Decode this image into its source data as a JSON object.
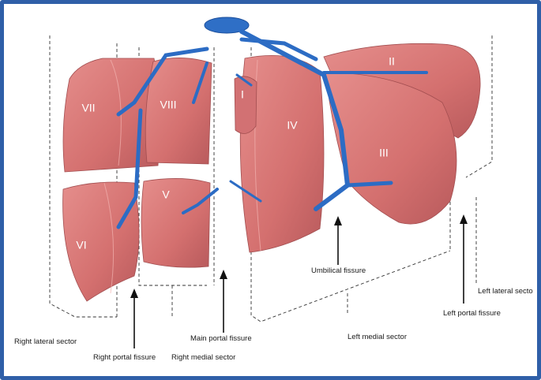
{
  "segments": {
    "s1": "I",
    "s2": "II",
    "s3": "III",
    "s4": "IV",
    "s5": "V",
    "s6": "VI",
    "s7": "VII",
    "s8": "VIII"
  },
  "labels": {
    "right_lateral_sector": "Right lateral sector",
    "right_portal_fissure": "Right portal fissure",
    "right_medial_sector": "Right medial sector",
    "main_portal_fissure": "Main portal fissure",
    "umbilical_fissure": "Umbilical fissure",
    "left_medial_sector": "Left medial sector",
    "left_portal_fissure": "Left portal fissure",
    "left_lateral_sector": "Left lateral secto"
  },
  "colors": {
    "frame": "#2f5fa8",
    "liver": "#d9797a",
    "liver_dark": "#b85a5c",
    "vein": "#2c6cc4",
    "vein_light": "#6b9ee0"
  }
}
